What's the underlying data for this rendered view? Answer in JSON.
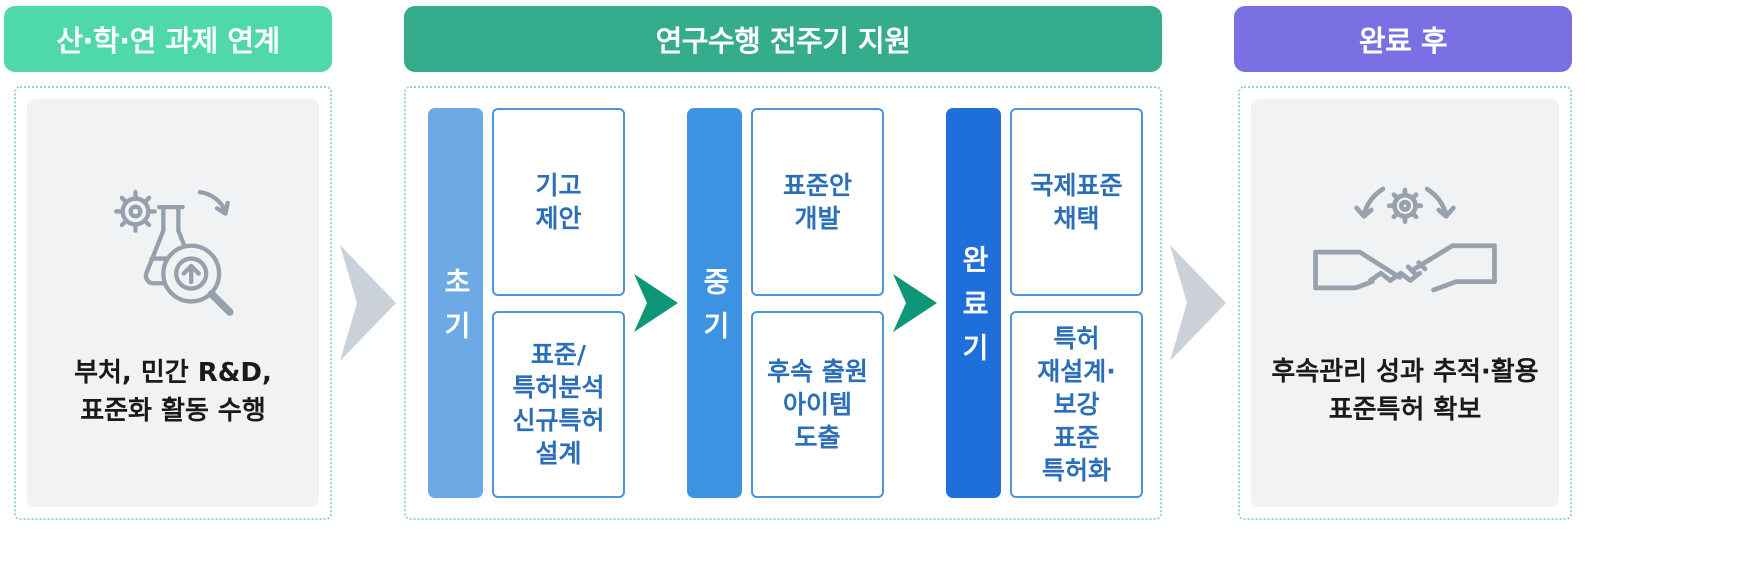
{
  "left_panel": {
    "header": "산·학·연 과제 연계",
    "header_color": "#4FD8A8",
    "body": "부처, 민간  R&D,\n표준화 활동 수행",
    "icon": "flask-gear-magnifier-icon"
  },
  "center_panel": {
    "header": "연구수행 전주기 지원",
    "header_color": "#35AC8C",
    "phases": [
      {
        "label": "초기",
        "bar_color": "#6CA9E5",
        "boxes": [
          "기고\n제안",
          "표준/\n특허분석\n신규특허\n설계"
        ]
      },
      {
        "label": "중기",
        "bar_color": "#3D93E2",
        "boxes": [
          "표준안\n개발",
          "후속 출원\n아이템\n도출"
        ]
      },
      {
        "label": "완료기",
        "bar_color": "#1E6EDB",
        "boxes": [
          "국제표준\n채택",
          "특허\n재설계·\n보강\n표준\n특허화"
        ]
      }
    ]
  },
  "right_panel": {
    "header": "완료 후",
    "header_color": "#7A6FE3",
    "body": "후속관리 성과 추적·활용\n표준특허 확보",
    "icon": "handshake-gear-icon"
  },
  "colors": {
    "box_border": "#4D94D9",
    "box_text": "#2C6FB7",
    "flow_arrow": "#0D9678",
    "section_arrow": "#CBD1D9",
    "dotted_border": "#9ED3C8",
    "gray_box": "#F1F2F4"
  }
}
